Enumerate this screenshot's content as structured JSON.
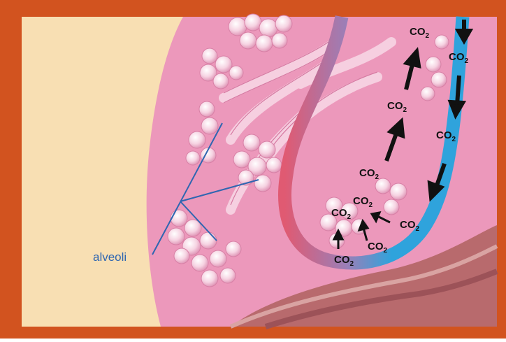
{
  "diagram": {
    "label_alveoli": "alveoli",
    "co2_main": "CO",
    "co2_sub": "2",
    "colors": {
      "frame": "#d2531f",
      "background": "#f8dfb3",
      "lung_tissue": "#ec98bb",
      "alveoli": "#f6d3e2",
      "artery": "#e05a72",
      "vein": "#2fa3dc",
      "arrow": "#111111",
      "callout": "#2f66b1"
    }
  }
}
